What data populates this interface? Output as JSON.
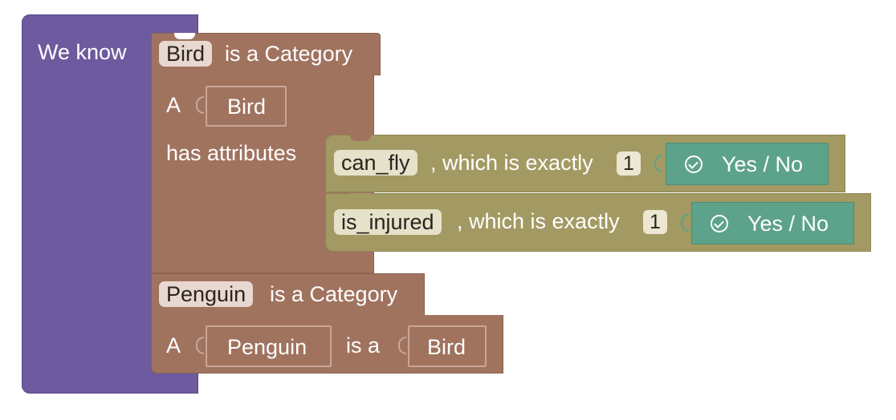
{
  "root": {
    "label": "We know"
  },
  "category_bird": {
    "name_chip": "Bird",
    "suffix": "is a Category",
    "article": "A",
    "slot_value": "Bird",
    "attributes_label": "has attributes"
  },
  "attributes": [
    {
      "name": "can_fly",
      "connector": ", which is exactly",
      "count": "1",
      "type_label": "Yes / No"
    },
    {
      "name": "is_injured",
      "connector": ", which is exactly",
      "count": "1",
      "type_label": "Yes / No"
    }
  ],
  "category_penguin": {
    "name_chip": "Penguin",
    "suffix": "is a Category",
    "article": "A",
    "slot_value": "Penguin",
    "isa_label": "is a",
    "parent_value": "Bird"
  },
  "colors": {
    "root": "#6e5a9e",
    "category": "#a0735f",
    "attribute": "#a39a63",
    "type": "#5da28a"
  },
  "icons": {
    "type_icon": "check-circle-icon"
  }
}
